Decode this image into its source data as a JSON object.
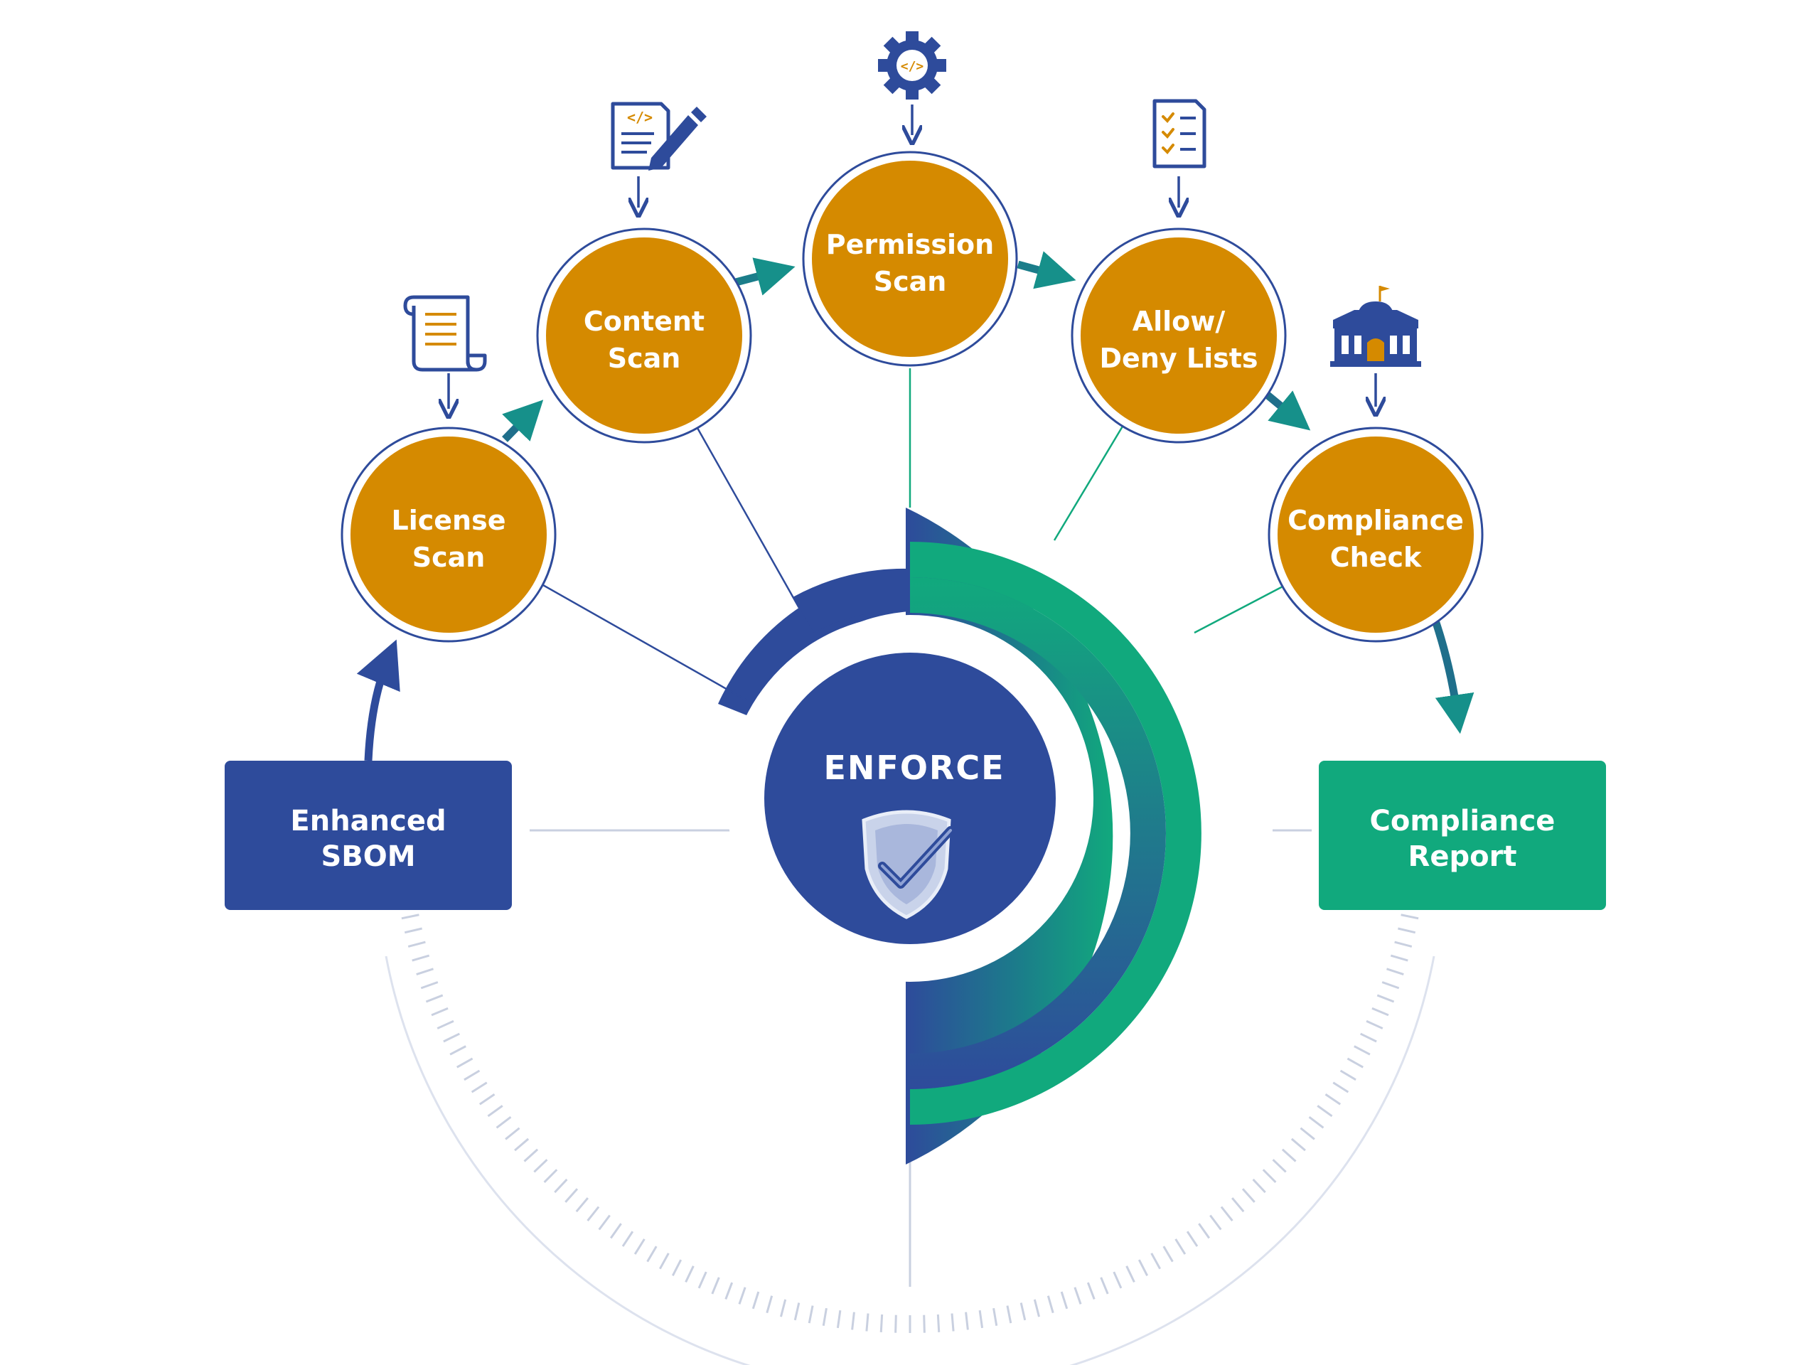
{
  "center": {
    "label": "ENFORCE"
  },
  "input_box": {
    "line1": "Enhanced",
    "line2": "SBOM"
  },
  "output_box": {
    "line1": "Compliance",
    "line2": "Report"
  },
  "steps": [
    {
      "line1": "License",
      "line2": "Scan",
      "icon": "scroll-document-icon"
    },
    {
      "line1": "Content",
      "line2": "Scan",
      "icon": "code-document-pen-icon"
    },
    {
      "line1": "Permission",
      "line2": "Scan",
      "icon": "code-gear-icon"
    },
    {
      "line1": "Allow/",
      "line2": "Deny Lists",
      "icon": "checklist-document-icon"
    },
    {
      "line1": "Compliance",
      "line2": "Check",
      "icon": "government-building-icon"
    }
  ],
  "colors": {
    "orange": "#D58A00",
    "navy": "#2E4B9B",
    "green": "#11A97D",
    "teal": "#1F6F8B",
    "line_gray": "#C9D0E0"
  }
}
